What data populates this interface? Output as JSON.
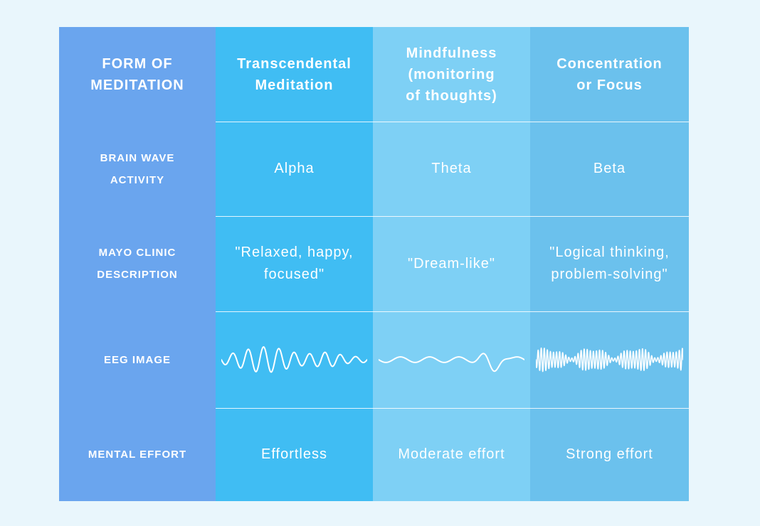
{
  "table": {
    "columns": [
      {
        "header": "FORM OF\nMEDITATION",
        "brain_wave": "BRAIN WAVE\nACTIVITY",
        "description": "MAYO CLINIC\nDESCRIPTION",
        "eeg": "EEG IMAGE",
        "effort": "MENTAL EFFORT"
      },
      {
        "header": "Transcendental\nMeditation",
        "brain_wave": "Alpha",
        "description": "\"Relaxed, happy,\nfocused\"",
        "eeg_wave": "alpha-wave",
        "effort": "Effortless"
      },
      {
        "header": "Mindfulness\n(monitoring\nof thoughts)",
        "brain_wave": "Theta",
        "description": "\"Dream-like\"",
        "eeg_wave": "theta-wave",
        "effort": "Moderate effort"
      },
      {
        "header": "Concentration\nor Focus",
        "brain_wave": "Beta",
        "description": "\"Logical thinking,\nproblem-solving\"",
        "eeg_wave": "beta-wave",
        "effort": "Strong effort"
      }
    ]
  },
  "colors": {
    "background": "#e9f6fc",
    "label_column": "#6aa5ee",
    "transcendental_column": "#40bdf3",
    "mindfulness_column": "#7ed0f5",
    "concentration_column": "#6bc1ed",
    "text": "#ffffff"
  }
}
